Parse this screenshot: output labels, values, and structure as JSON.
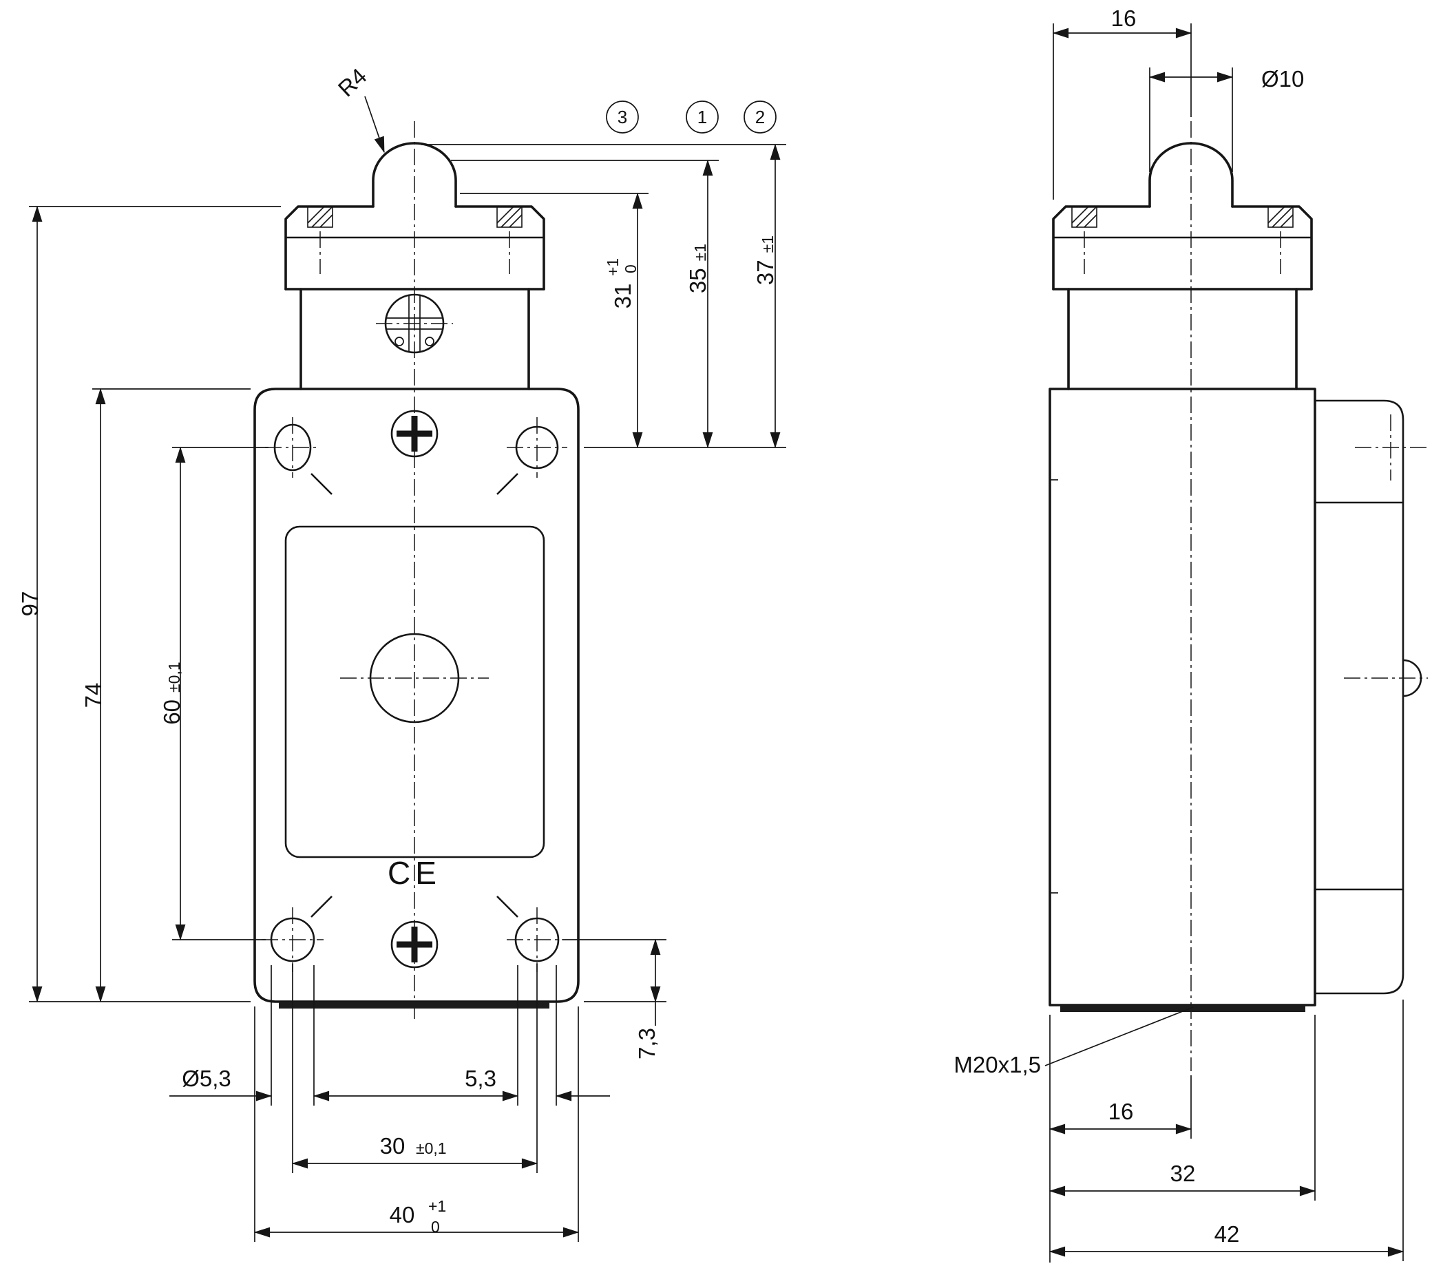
{
  "front_view": {
    "radius_callout": "R4",
    "position_callouts": [
      "3",
      "1",
      "2"
    ],
    "ce_mark": "CE",
    "dims": {
      "d31": {
        "value": "31",
        "tol_upper": "+1",
        "tol_lower": "0"
      },
      "d35": {
        "value": "35",
        "tol": "±1"
      },
      "d37": {
        "value": "37",
        "tol": "±1"
      },
      "d97": {
        "value": "97"
      },
      "d74": {
        "value": "74"
      },
      "d60": {
        "value": "60",
        "tol": "±0,1"
      },
      "d7_3": {
        "value": "7,3"
      },
      "d5_3_dia": {
        "value": "Ø5,3"
      },
      "d5_3": {
        "value": "5,3"
      },
      "d30": {
        "value": "30",
        "tol": "±0,1"
      },
      "d40": {
        "value": "40",
        "tol_upper": "+1",
        "tol_lower": "0"
      }
    }
  },
  "side_view": {
    "thread_callout": "M20x1,5",
    "dims": {
      "d16_top": {
        "value": "16"
      },
      "d10_dia": {
        "value": "Ø10"
      },
      "d16_bottom": {
        "value": "16"
      },
      "d32": {
        "value": "32"
      },
      "d42": {
        "value": "42"
      }
    }
  }
}
